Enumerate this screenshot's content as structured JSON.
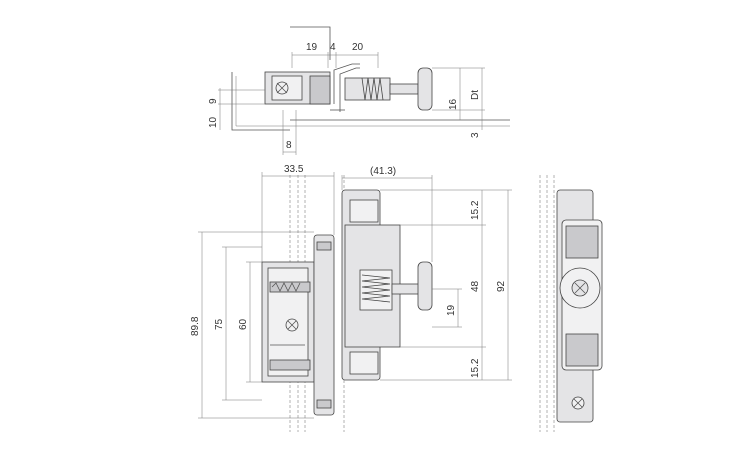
{
  "dimensions": {
    "top": {
      "d19": "19",
      "d4": "4",
      "d20": "20",
      "d9": "9",
      "d10": "10",
      "d8": "8",
      "d16": "16",
      "dt": "Dt",
      "d3": "3"
    },
    "front": {
      "d33_5": "33.5",
      "d41_3": "(41.3)",
      "d89_8": "89.8",
      "d75": "75",
      "d60": "60",
      "d15_2_top": "15.2",
      "d48": "48",
      "d92": "92",
      "d19": "19",
      "d15_2_bottom": "15.2"
    }
  },
  "colors": {
    "part_fill": "#e4e4e6",
    "part_dark": "#c9c9cc",
    "line": "#555555"
  }
}
